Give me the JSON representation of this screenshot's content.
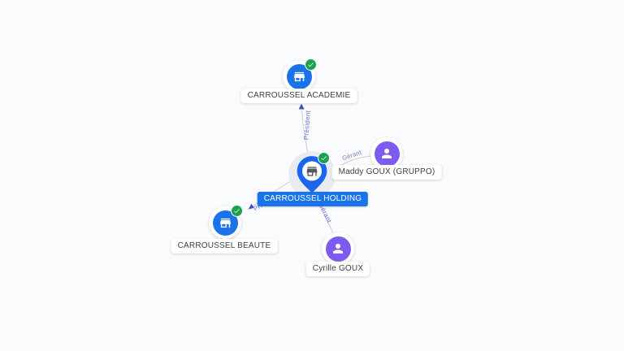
{
  "graph": {
    "center": {
      "label": "CARROUSSEL HOLDING",
      "type": "company",
      "verified": true
    },
    "nodes": [
      {
        "id": "academie",
        "label": "CARROUSSEL ACADEMIE",
        "type": "company",
        "verified": true
      },
      {
        "id": "maddy",
        "label": "Maddy GOUX (GRUPPO)",
        "type": "person",
        "verified": false
      },
      {
        "id": "beaute",
        "label": "CARROUSSEL BEAUTE",
        "type": "company",
        "verified": true
      },
      {
        "id": "cyrille",
        "label": "Cyrille GOUX",
        "type": "person",
        "verified": false
      }
    ],
    "edges": [
      {
        "from": "CARROUSSEL HOLDING",
        "to": "CARROUSSEL ACADEMIE",
        "label": "Président"
      },
      {
        "from": "Maddy GOUX (GRUPPO)",
        "to": "CARROUSSEL HOLDING",
        "label": "Gérant"
      },
      {
        "from": "CARROUSSEL HOLDING",
        "to": "CARROUSSEL BEAUTE",
        "label": "Président"
      },
      {
        "from": "Cyrille GOUX",
        "to": "CARROUSSEL HOLDING",
        "label": "Gérant"
      }
    ],
    "colors": {
      "company": "#1a73e8",
      "person": "#7e5bf0",
      "verified_badge": "#1aa251",
      "center_pin": "#1a66f0",
      "center_label_bg": "#1a73e8",
      "edge_line": "#c9cdd6",
      "edge_label": "#6f6fd0",
      "edge_arrow": "#4050b5"
    }
  }
}
